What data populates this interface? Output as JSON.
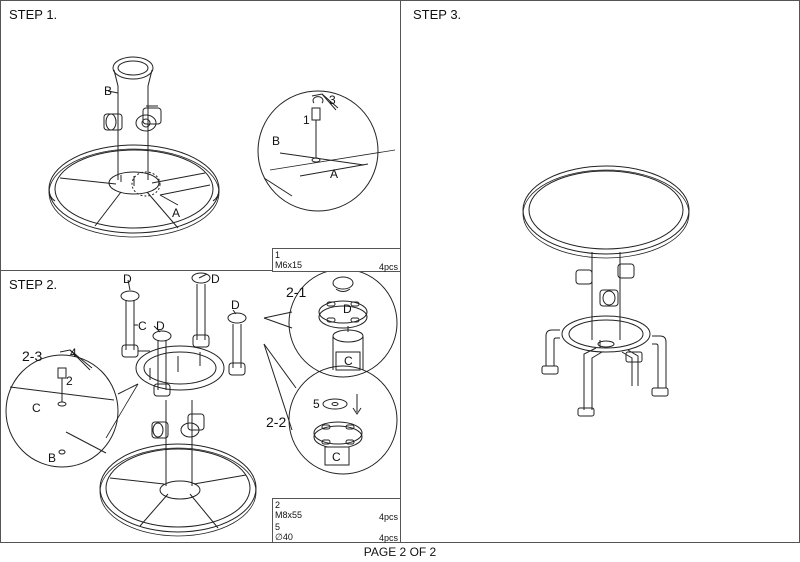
{
  "steps": {
    "step1": "STEP 1.",
    "step2": "STEP 2.",
    "step3": "STEP 3."
  },
  "step1_labels": {
    "b_main": "B",
    "a_main": "A",
    "b_detail": "B",
    "a_detail": "A",
    "n1": "1",
    "n3": "3"
  },
  "step2_labels": {
    "d1": "D",
    "d2": "D",
    "d3": "D",
    "d4": "D",
    "c_leg": "C",
    "sub21": "2-1",
    "d21": "D",
    "c21": "C",
    "sub22": "2-2",
    "n5": "5",
    "c22": "C",
    "sub23": "2-3",
    "n4": "4",
    "n2": "2",
    "c23": "C",
    "b23": "B"
  },
  "parts1": [
    {
      "num": "1",
      "code": "M6x15",
      "qty": "4pcs"
    }
  ],
  "parts2": [
    {
      "num": "2",
      "code": "M8x55",
      "qty": "4pcs"
    },
    {
      "num": "5",
      "code": "∅40",
      "qty": "4pcs"
    }
  ],
  "footer": "PAGE 2 OF 2"
}
